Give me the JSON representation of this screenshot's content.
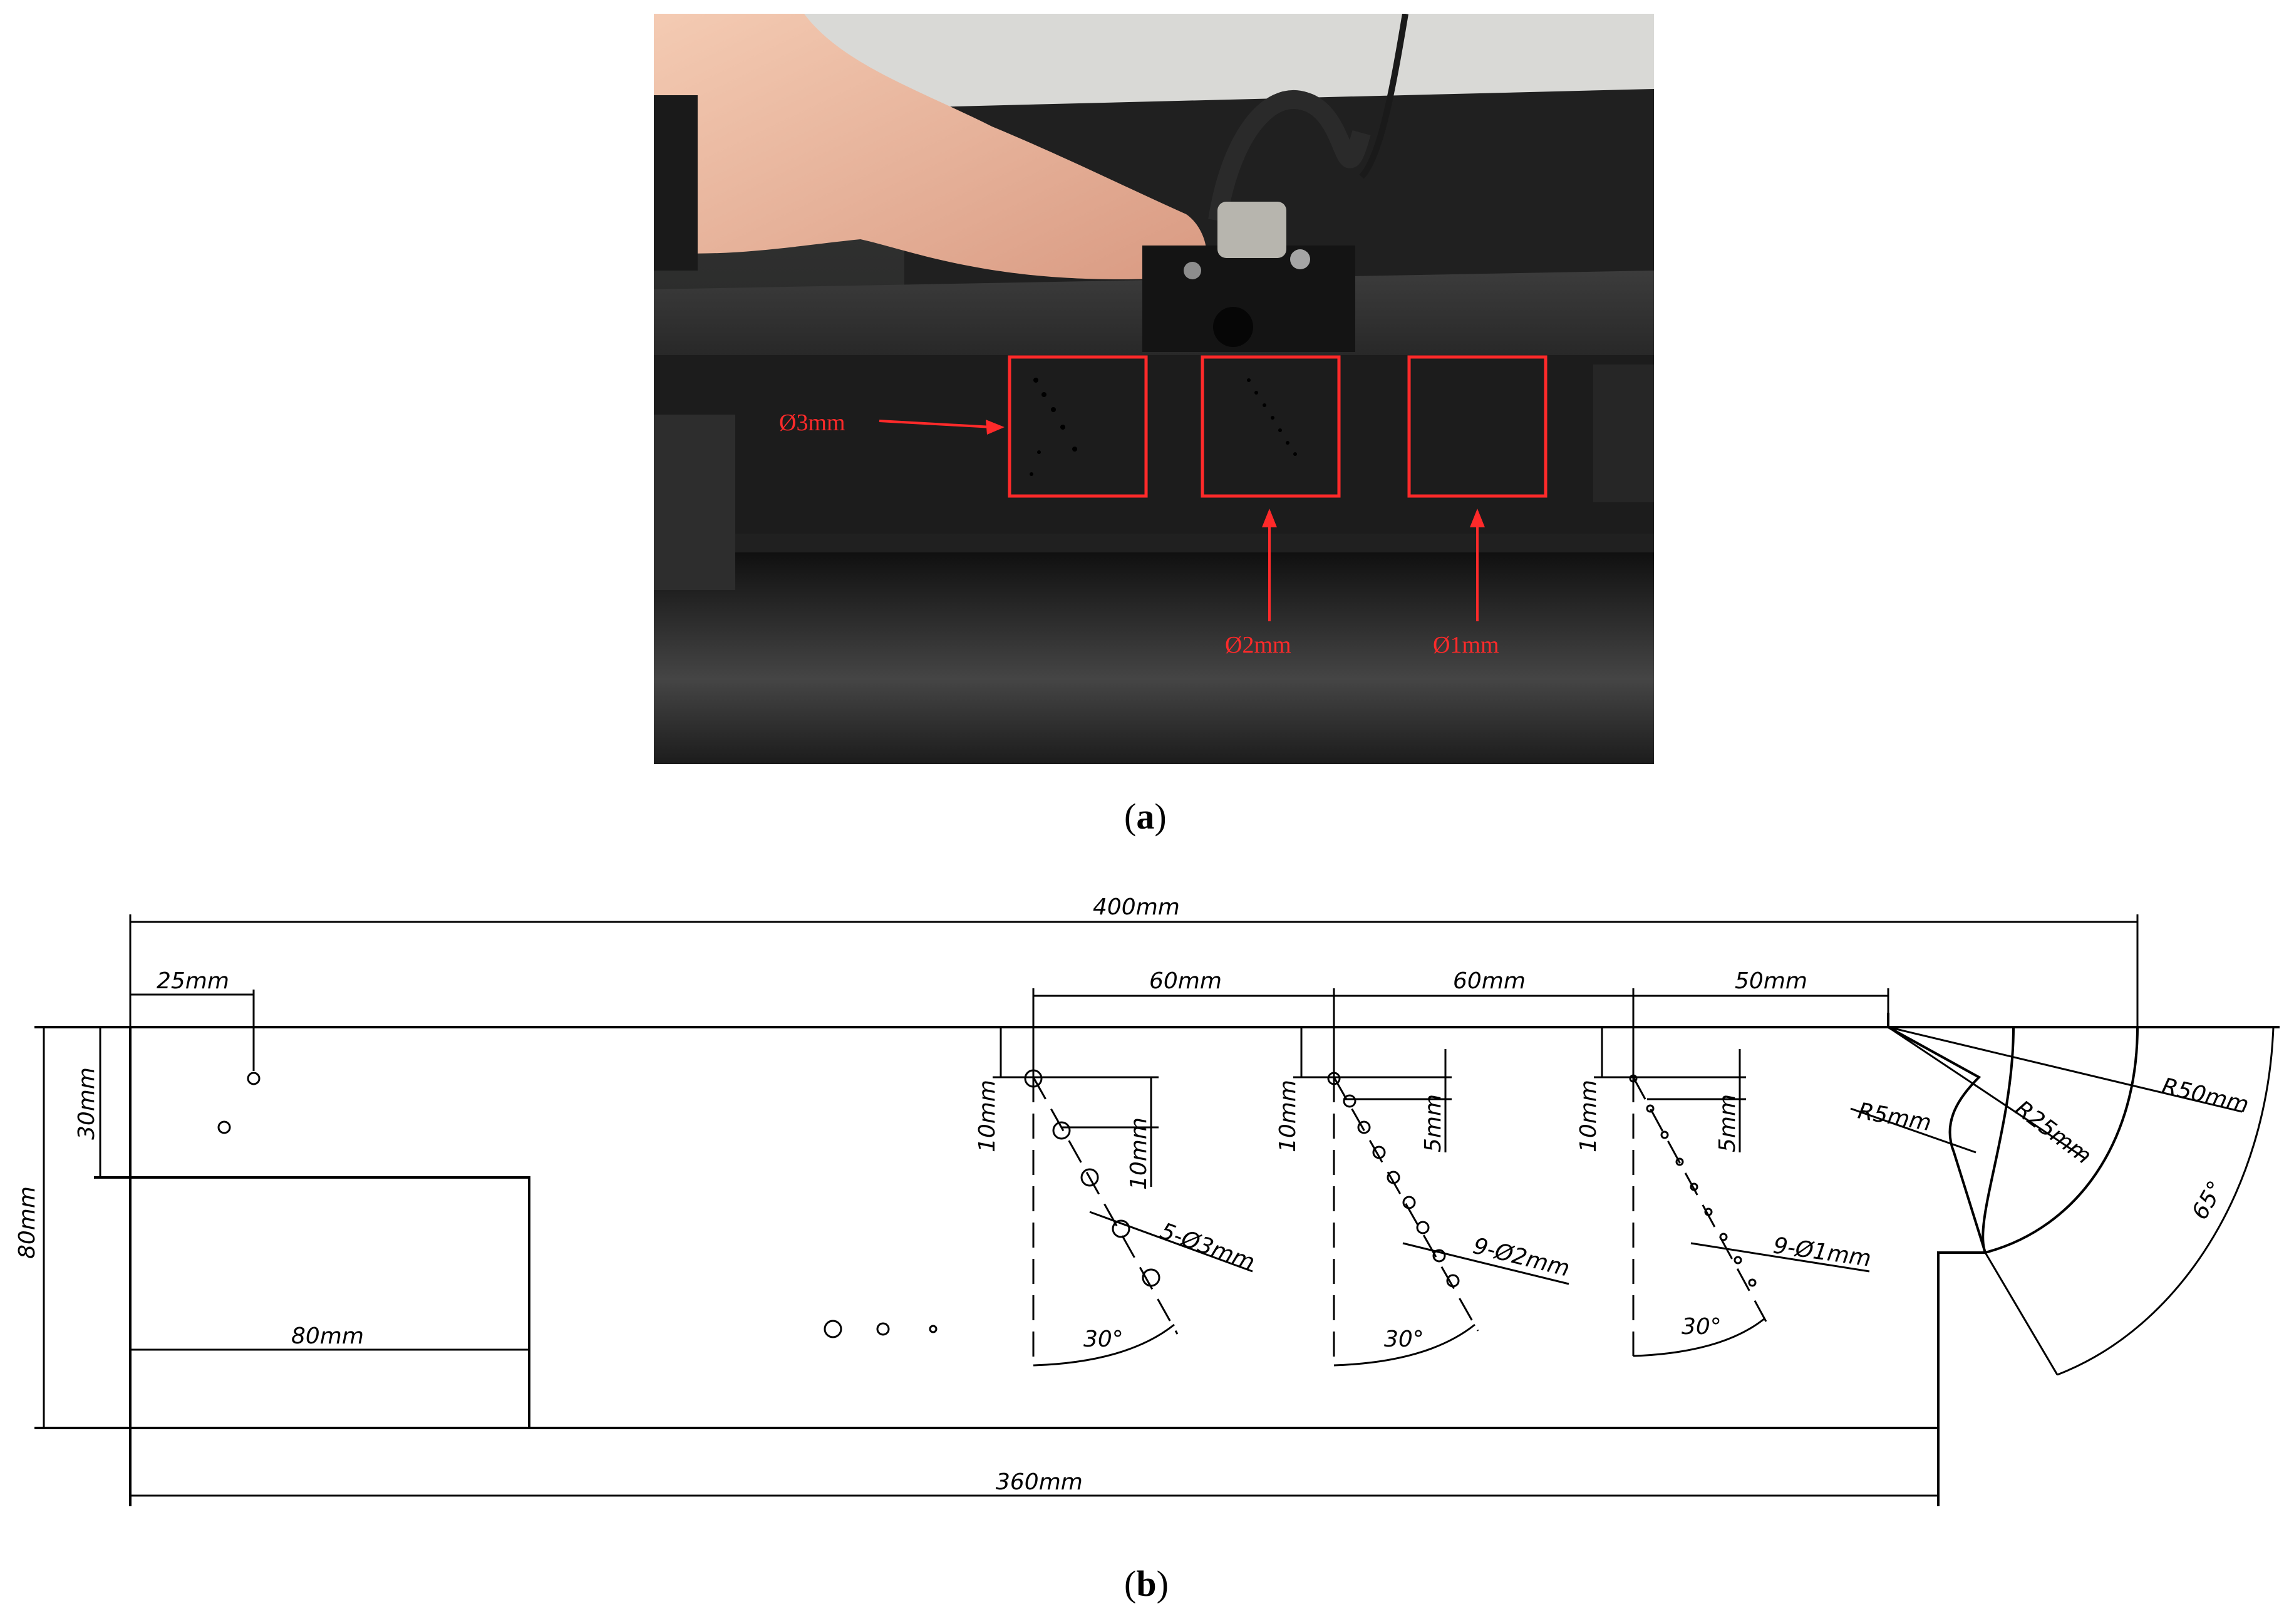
{
  "figure": {
    "caption_a": "a",
    "caption_b": "b"
  },
  "photo": {
    "labels": {
      "d3": "Ø3mm",
      "d2": "Ø2mm",
      "d1": "Ø1mm"
    },
    "colors": {
      "annotation": "#ff2a2a",
      "block": "#1a1a1a",
      "floor": "#2a2a2a"
    }
  },
  "drawing": {
    "dims": {
      "overall_length": "400mm",
      "bottom_length": "360mm",
      "left_offset": "25mm",
      "left_depth": "30mm",
      "height": "80mm",
      "step_width": "80mm",
      "spacing_1": "60mm",
      "spacing_2": "60mm",
      "spacing_3": "50mm",
      "depth_a": "10mm",
      "depth_b": "10mm",
      "depth_c": "10mm",
      "pitch_a": "10mm",
      "pitch_b": "5mm",
      "pitch_c": "5mm",
      "holes_a": "5-Ø3mm",
      "holes_b": "9-Ø2mm",
      "holes_c": "9-Ø1mm",
      "angle_a": "30°",
      "angle_b": "30°",
      "angle_c": "30°",
      "r5": "R5mm",
      "r25": "R25mm",
      "r50": "R50mm",
      "arc_angle": "65°"
    }
  }
}
